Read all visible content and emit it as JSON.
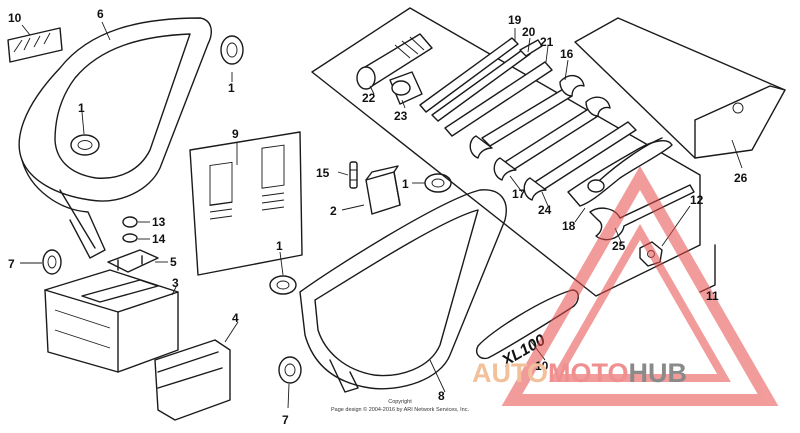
{
  "labels": {
    "p1a": "1",
    "p1b": "1",
    "p1c": "1",
    "p1d": "1",
    "p2": "2",
    "p3": "3",
    "p4": "4",
    "p5": "5",
    "p6": "6",
    "p7a": "7",
    "p7b": "7",
    "p8": "8",
    "p9": "9",
    "p10a": "10",
    "p10b": "10",
    "p11": "11",
    "p12": "12",
    "p13": "13",
    "p14": "14",
    "p15": "15",
    "p16": "16",
    "p17": "17",
    "p18": "18",
    "p19": "19",
    "p20": "20",
    "p21": "21",
    "p22": "22",
    "p23": "23",
    "p24": "24",
    "p25": "25",
    "p26": "26"
  },
  "emblem_text": "XL100",
  "copyright": {
    "line1": "Copyright",
    "line2": "Page design © 2004-2016 by ARI Network Services, Inc."
  },
  "watermark": {
    "part1": "AUTO",
    "part2": "MOTO",
    "part3": "HUB",
    "color_auto": "#f2c09a",
    "color_moto": "#ef8f8f",
    "color_hub": "#8a8a8a"
  }
}
